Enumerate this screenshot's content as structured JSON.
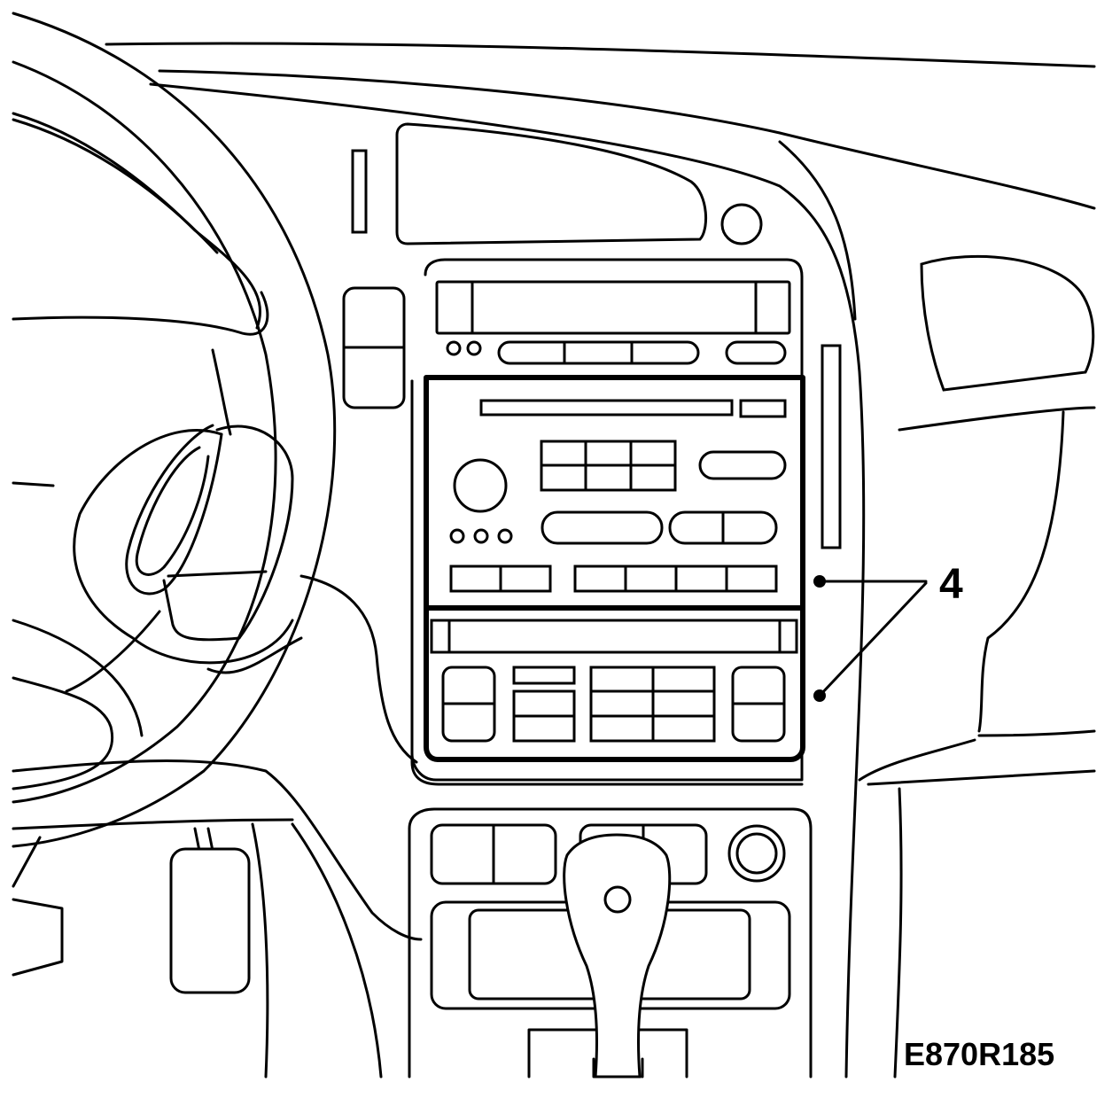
{
  "callouts": [
    {
      "id": "callout-4",
      "label": "4"
    }
  ],
  "figure_code": "E870R185"
}
